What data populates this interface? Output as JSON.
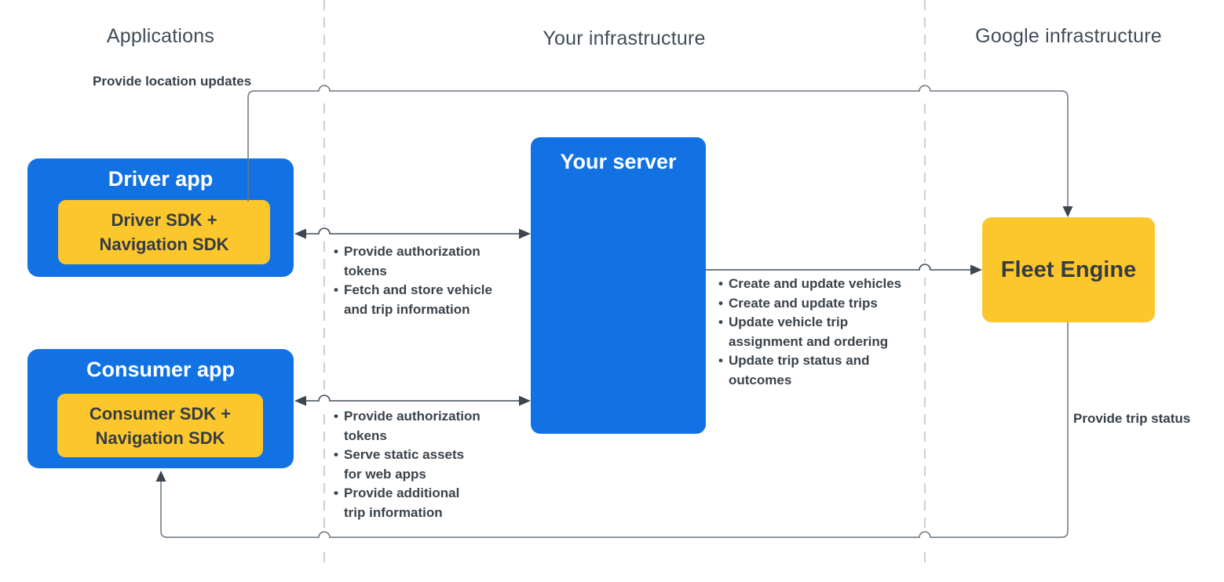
{
  "ui": {
    "bullet": "•"
  },
  "headers": {
    "applications": "Applications",
    "your_infrastructure": "Your infrastructure",
    "google_infrastructure": "Google infrastructure"
  },
  "nodes": {
    "driver_app": {
      "title": "Driver app",
      "sdk": "Driver SDK +\nNavigation SDK"
    },
    "consumer_app": {
      "title": "Consumer app",
      "sdk": "Consumer SDK +\nNavigation SDK"
    },
    "your_server": {
      "title": "Your server"
    },
    "fleet_engine": {
      "title": "Fleet Engine"
    }
  },
  "edges": {
    "driver_to_fleet": {
      "label": "Provide location updates"
    },
    "fleet_to_consumer": {
      "label": "Provide trip status"
    },
    "driver_server": {
      "items": [
        "Provide authorization\ntokens",
        "Fetch and store vehicle\nand trip information"
      ]
    },
    "consumer_server": {
      "items": [
        "Provide authorization\ntokens",
        "Serve static assets\nfor web apps",
        "Provide additional\ntrip information"
      ]
    },
    "server_fleet": {
      "items": [
        "Create and update vehicles",
        "Create and update trips",
        "Update vehicle trip\nassignment and ordering",
        "Update trip status and\noutcomes"
      ]
    }
  },
  "colors": {
    "node_blue": "#1272e4",
    "node_yellow": "#fcc72d",
    "text_on_blue": "#ffffff",
    "text_dark": "#353c42",
    "heading_gray": "#414c57",
    "line_gray": "#6b7580",
    "arrow_dark": "#3d4650",
    "divider_gray": "#b9bfc7"
  }
}
